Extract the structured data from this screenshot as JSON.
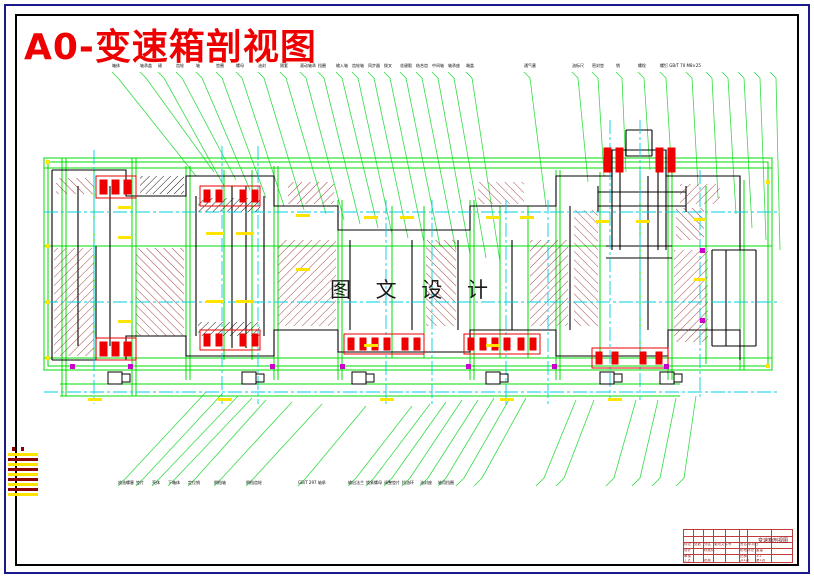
{
  "app": {
    "window_title": "A0-变速箱剖视图",
    "background": "#ffffff"
  },
  "drawing": {
    "title": "A0-变速箱剖视图",
    "title_color": "#ee0000",
    "sheet_size": "A0",
    "subject": "变速箱剖视图",
    "watermark": "图 文 设 计",
    "watermark_color": "#1a1a1a",
    "outer_border_color": "#1a1a8c",
    "inner_frame_color": "#000000"
  },
  "cad_colors": {
    "outline_green": "#00dd00",
    "hatch_dark_red": "#8b1a1a",
    "detail_red": "#ee0000",
    "centerline_cyan": "#00cfe0",
    "node_yellow": "#ffe400",
    "solid_black": "#000000",
    "magenta": "#cc00cc",
    "leader_green": "#33dd44"
  },
  "labels_top": [
    "箱体",
    "轴承盖",
    "键",
    "齿轮",
    "轴",
    "垫圈",
    "螺母",
    "油封",
    "隔套",
    "滚动轴承",
    "挡圈",
    "输入轴",
    "齿轮轴",
    "同步器",
    "拨叉",
    "花键毂",
    "结合齿",
    "中间轴",
    "轴承座",
    "端盖",
    "通气塞",
    "油标尺",
    "密封垫",
    "销",
    "螺栓",
    "螺钉 GB/T 70 M8×25"
  ],
  "labels_bottom": [
    "放油螺塞",
    "垫片",
    "壳体",
    "下箱体",
    "定位销",
    "倒档轴",
    "倒档齿轮",
    "GB/T 297 轴承",
    "输出法兰",
    "锁紧螺母",
    "调整垫片",
    "挡油环",
    "油封座",
    "轴用挡圈"
  ],
  "title_block": {
    "drawing_name": "变速箱剖视图",
    "rows": [
      [
        "标记",
        "处数",
        "分区",
        "更改文件号",
        "签名",
        "年月日"
      ],
      [
        "设计",
        "",
        "标准化",
        "",
        "阶段标记",
        "重量"
      ],
      [
        "审核",
        "",
        "",
        "",
        "比例",
        "1:2"
      ],
      [
        "工艺",
        "",
        "批准",
        "",
        "共1张",
        "第1张"
      ]
    ]
  },
  "revision_strip": {
    "rows": 7,
    "row_color": "#8b0000",
    "line_color": "#ffe400"
  }
}
